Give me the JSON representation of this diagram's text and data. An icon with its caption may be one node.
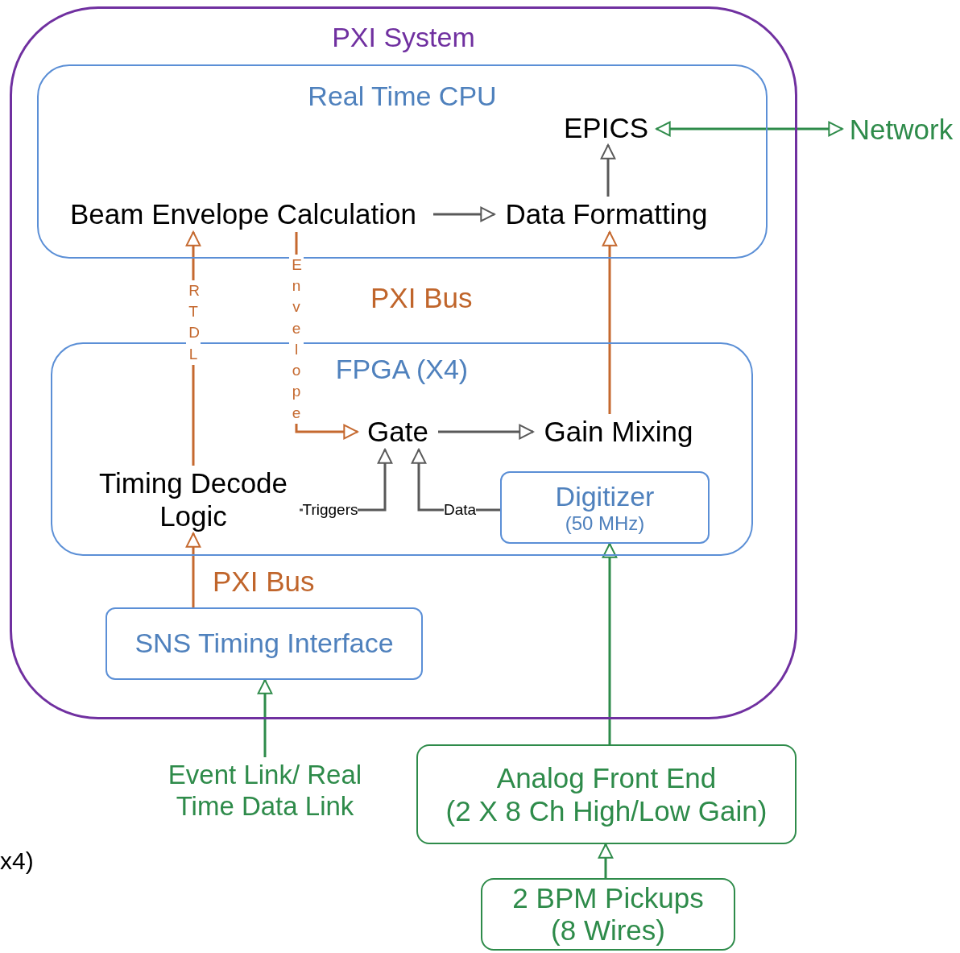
{
  "diagram": {
    "nodes": [
      {
        "text": [
          "PXI System"
        ]
      },
      {
        "text": [
          "Real Time CPU"
        ],
        "in": 0
      },
      {
        "text": [
          "EPICS"
        ],
        "in": 1
      },
      {
        "text": [
          "Beam Envelope Calculation"
        ],
        "in": 1
      },
      {
        "text": [
          "Data Formatting"
        ],
        "in": 1
      },
      {
        "text": [
          "FPGA (X4)"
        ],
        "in": 0
      },
      {
        "text": [
          "Gate"
        ],
        "in": 5
      },
      {
        "text": [
          "Gain Mixing"
        ],
        "in": 5
      },
      {
        "text": [
          "Timing Decode Logic"
        ],
        "in": 5
      },
      {
        "text": [
          "Digitizer",
          "(50 MHz)"
        ],
        "in": 5
      },
      {
        "text": [
          "SNS Timing Interface"
        ],
        "in": 0
      },
      {
        "text": [
          "Network"
        ]
      },
      {
        "text": [
          "Event Link/ Real Time Data Link"
        ]
      },
      {
        "text": [
          "Analog Front End",
          "(2 X 8 Ch High/Low Gain)"
        ]
      },
      {
        "text": [
          "2 BPM Pickups (8 Wires)"
        ]
      }
    ],
    "edges": [
      {
        "from": 2,
        "to": 11,
        "arrow": "both",
        "color": "#2e8b4a"
      },
      {
        "from": 4,
        "to": 2,
        "arrow": "to"
      },
      {
        "from": 3,
        "to": 4,
        "arrow": "to"
      },
      {
        "from": 8,
        "to": 3,
        "arrow": "to",
        "label": "RTDL",
        "color": "#c5692f"
      },
      {
        "from": 3,
        "to": 6,
        "arrow": "to",
        "label": "Envelope",
        "color": "#c5692f"
      },
      {
        "from": 6,
        "to": 7,
        "arrow": "to"
      },
      {
        "from": 7,
        "to": 4,
        "arrow": "to",
        "color": "#c5692f"
      },
      {
        "from": 8,
        "to": 6,
        "arrow": "to",
        "label": "Triggers"
      },
      {
        "from": 9,
        "to": 6,
        "arrow": "to",
        "label": "Data"
      },
      {
        "from": 10,
        "to": 8,
        "arrow": "to",
        "color": "#c5692f"
      },
      {
        "from": 12,
        "to": 10,
        "arrow": "to",
        "color": "#2e8b4a"
      },
      {
        "from": 13,
        "to": 9,
        "arrow": "to",
        "color": "#2e8b4a"
      },
      {
        "from": 14,
        "to": 13,
        "arrow": "to",
        "color": "#2e8b4a"
      }
    ],
    "labels": [
      "PXI Bus",
      "PXI Bus",
      "x4)"
    ]
  }
}
